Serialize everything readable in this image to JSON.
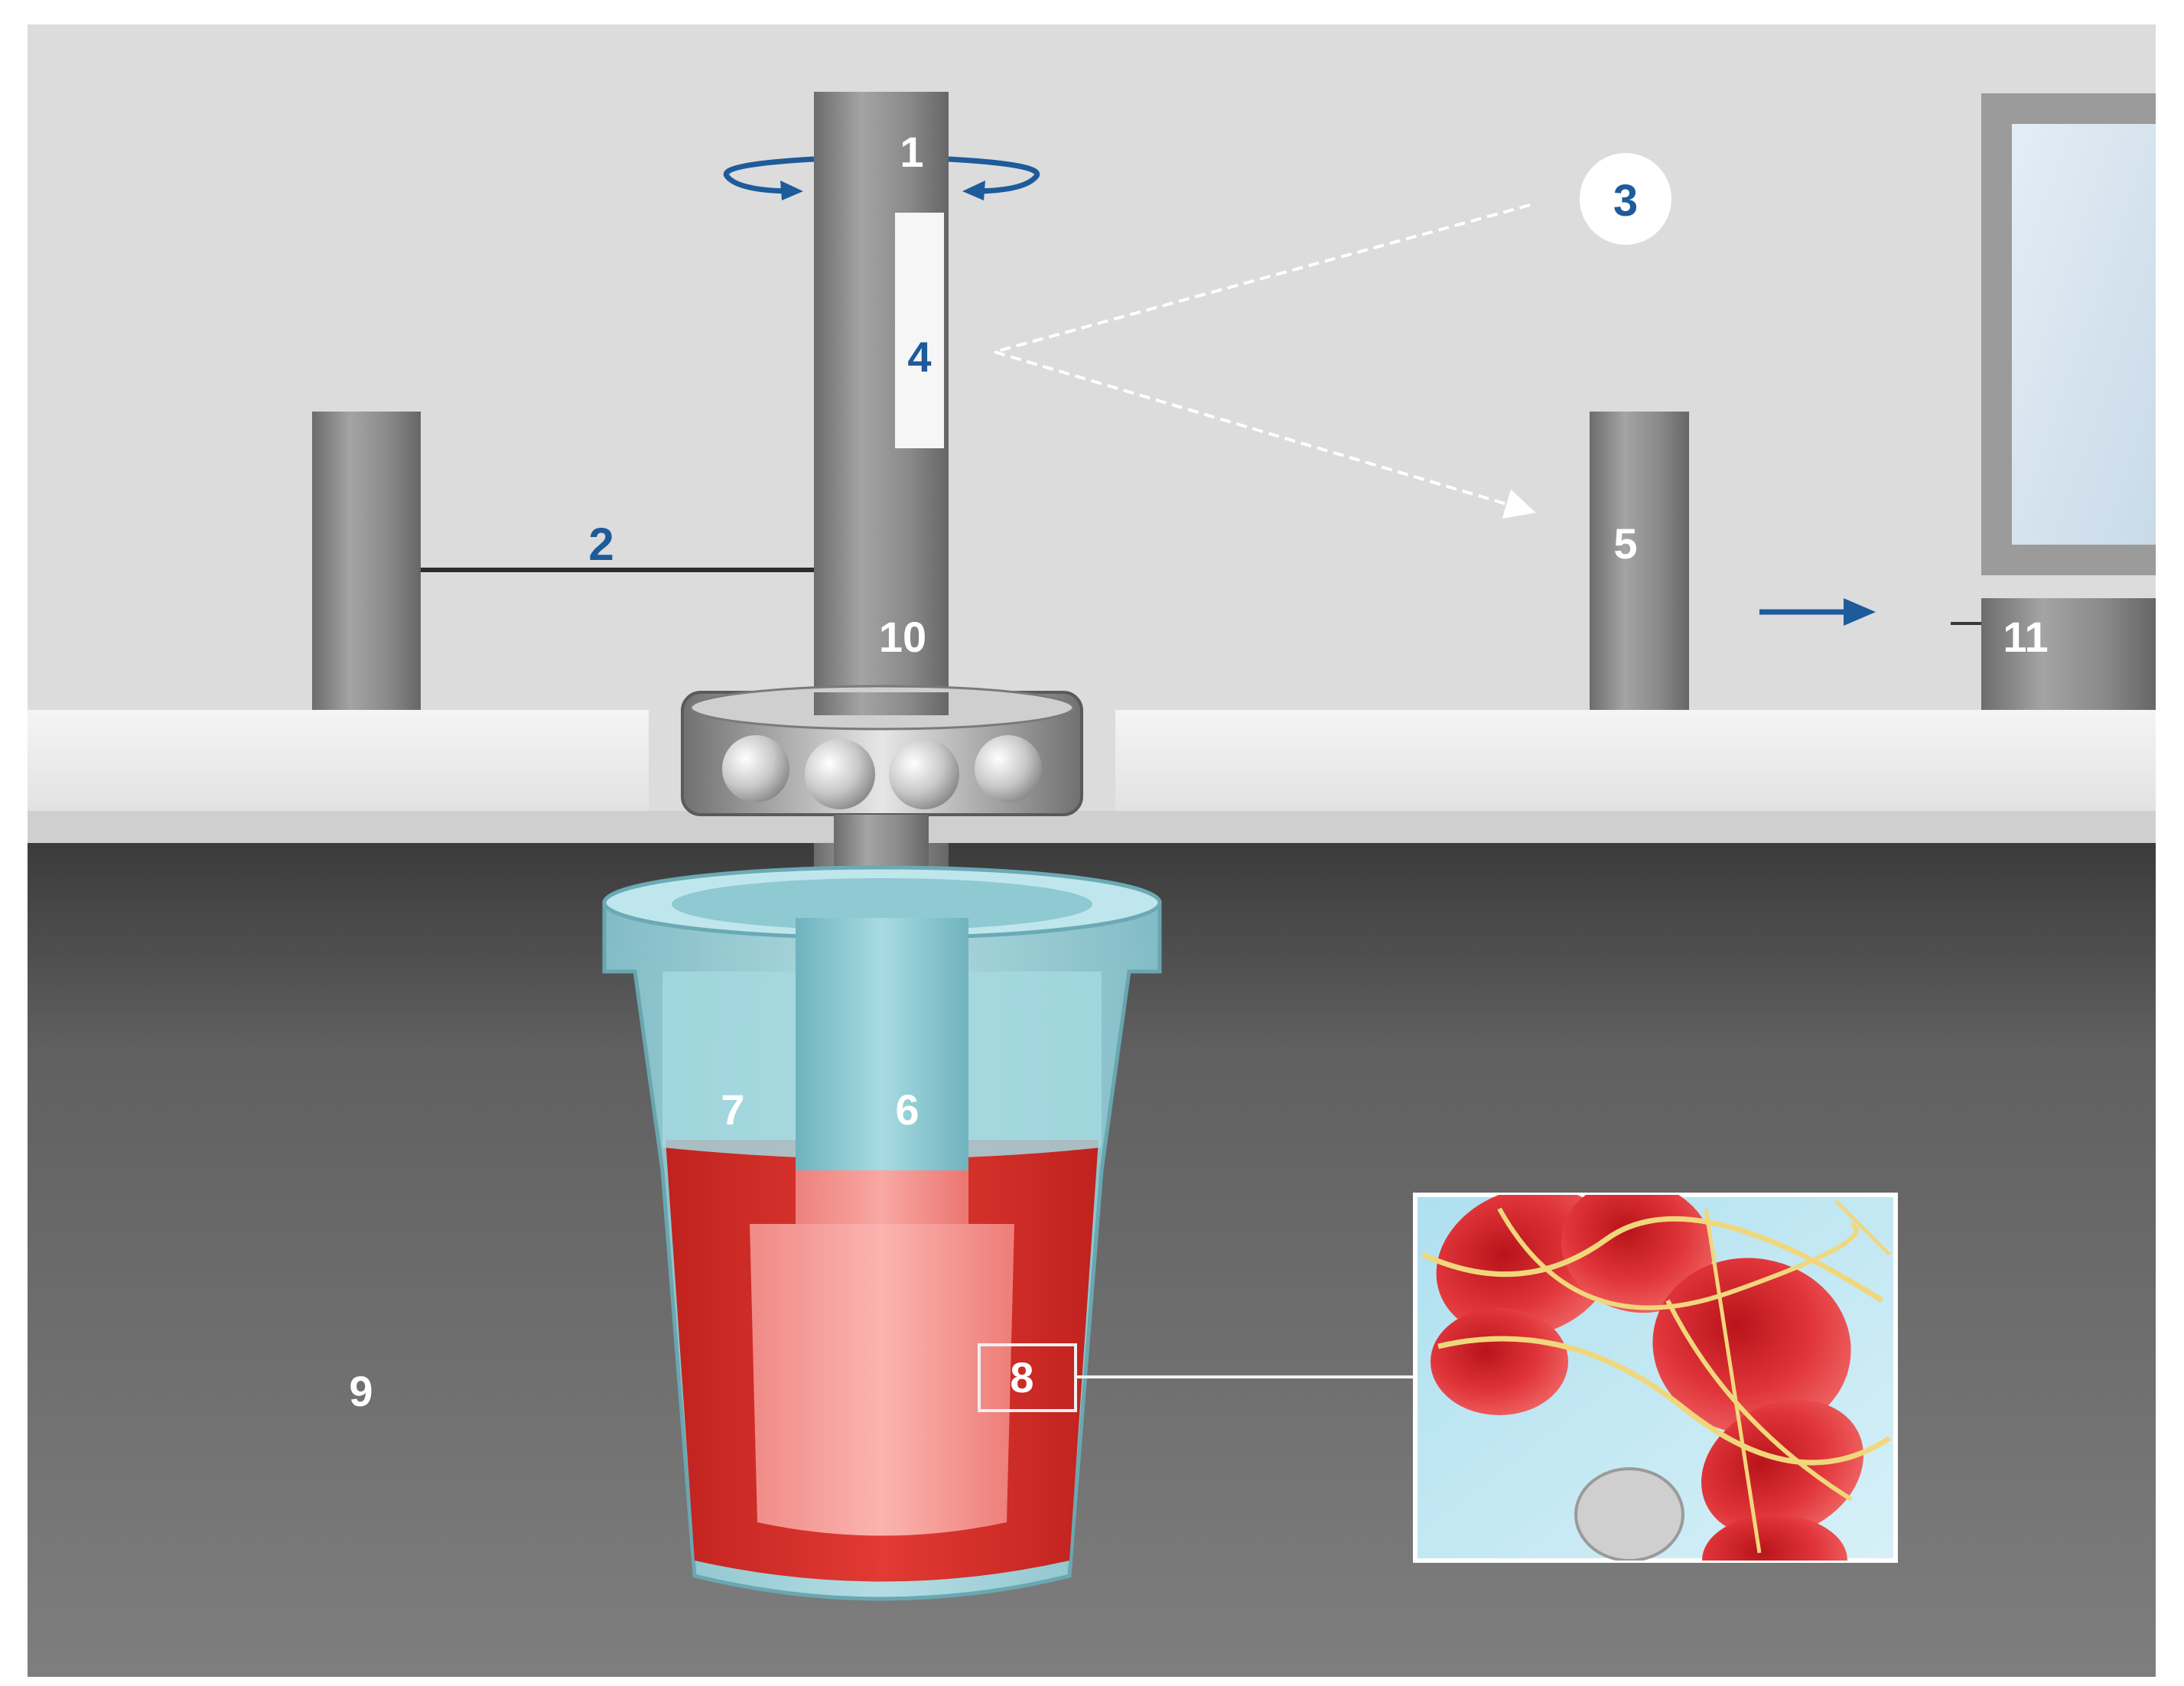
{
  "labels": {
    "n1": "1",
    "n2": "2",
    "n3": "3",
    "n4": "4",
    "n5": "5",
    "n6": "6",
    "n7": "7",
    "n8": "8",
    "n9": "9",
    "n10": "10",
    "n11": "11"
  },
  "colors": {
    "upper_background": "#dcdcdc",
    "lower_background": "#6a6a6a",
    "shaft": "#8a8a8a",
    "cup_glass": "#9fd4dc",
    "blood": "#d8312c",
    "blood_light": "#f59a96",
    "label_blue": "#1d5b9a",
    "arrow_blue": "#1d5b9a"
  }
}
